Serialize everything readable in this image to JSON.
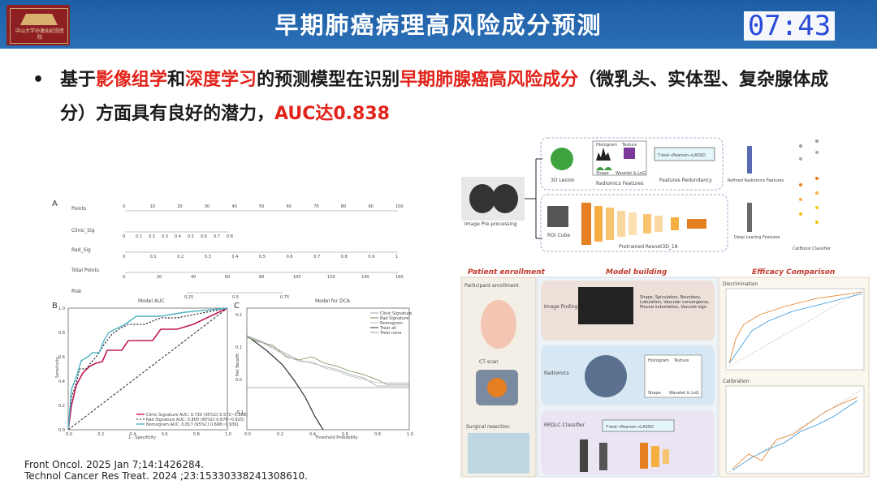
{
  "header": {
    "title": "早期肺癌病理高风险成分预测",
    "timer": "07:43",
    "logo_text_line1": "中山大学孙逸仙纪念医院",
    "logo_text_line2": ""
  },
  "bullet": {
    "segments": [
      {
        "text": "基于",
        "highlight": false
      },
      {
        "text": "影像组学",
        "highlight": true
      },
      {
        "text": "和",
        "highlight": false
      },
      {
        "text": "深度学习",
        "highlight": true
      },
      {
        "text": "的预测模型在识别",
        "highlight": false
      },
      {
        "text": "早期肺腺癌高风险成分",
        "highlight": true
      },
      {
        "text": "（微乳头、实体型、复杂腺体成分）方面具有良好的潜力，",
        "highlight": false
      },
      {
        "text": "AUC达0.838",
        "highlight": true
      }
    ]
  },
  "references": [
    "Front Oncol. 2025 Jan 7;14:1426284.",
    "Technol Cancer Res Treat. 2024 ;23:15330338241308610."
  ],
  "nomogram": {
    "panel_label": "A",
    "rows": [
      "Points",
      "Clinic_Sig",
      "Rad_Sig",
      "Total Points",
      "Risk"
    ],
    "points_ticks": [
      "0",
      "10",
      "20",
      "30",
      "40",
      "50",
      "60",
      "70",
      "80",
      "90",
      "100"
    ],
    "clinic_ticks": [
      "0",
      "0.1",
      "0.2",
      "0.3",
      "0.4",
      "0.5",
      "0.6",
      "0.7",
      "0.8"
    ],
    "rad_ticks": [
      "0",
      "0.1",
      "0.2",
      "0.3",
      "0.4",
      "0.5",
      "0.6",
      "0.7",
      "0.8",
      "0.9",
      "1"
    ],
    "total_ticks": [
      "0",
      "20",
      "40",
      "60",
      "80",
      "100",
      "120",
      "140",
      "160"
    ],
    "risk_ticks": [
      "0.25",
      "0.5",
      "0.75"
    ]
  },
  "roc": {
    "panel_label": "B",
    "title": "Model AUC",
    "xlabel": "1 - Specificity",
    "ylabel": "Sensitivity",
    "ticks": [
      "0.0",
      "0.2",
      "0.4",
      "0.6",
      "0.8",
      "1.0"
    ],
    "legend": [
      "Clinic Signature AUC: 0.730 (95%CI 0.572~0.888)",
      "Rad Signature AUC: 0.800 (95%CI 0.676~0.925)",
      "Nomogram AUC: 0.817 (95%CI 0.698~0.936)"
    ]
  },
  "dca": {
    "panel_label": "C",
    "title": "Model for DCA",
    "xlabel": "Threshold Probability",
    "ylabel": "Net Benefit",
    "legend": [
      "Clinic Signature",
      "Rad Signature",
      "Nomogram",
      "Treat all",
      "Treat none"
    ],
    "yticks": [
      "0.2",
      "0.1",
      "0.0",
      "-0.1"
    ],
    "xticks": [
      "0.0",
      "0.2",
      "0.4",
      "0.6",
      "0.8",
      "1.0"
    ]
  },
  "workflow": {
    "labels": {
      "preprocess": "Image Pre-processing",
      "lesion": "3D Lesion",
      "radiomics": "Radiomics Features",
      "histogram": "Histogram",
      "texture": "Texture",
      "shape": "Shape",
      "wavelet": "Wavelet & LoG",
      "pipeline": "T-test→Pearson→LASSO",
      "redundancy": "Features Redundancy",
      "refined": "Refined Radiomics Features",
      "roi": "ROI Cube",
      "resnet": "Pretrained Resnet3D_18",
      "deep": "Deep Learing Features",
      "classifier": "CatBoost Classifier"
    }
  },
  "study": {
    "sections": [
      "Patient enrollment",
      "Model building",
      "Efficacy Comparison"
    ],
    "left_labels": [
      "Participant enrollment",
      "CT scan",
      "Surgical resection"
    ],
    "middle_labels": [
      "Image findings",
      "Radiomics",
      "RRDLC-Classifier"
    ],
    "findings_text": "Shape, Spiculation, Boundary, Lobulation, Vascular convergence, Pleural indentation, Vacuole sign",
    "pipeline": "T-test→Pearson→LASSO",
    "histogram": "Histogram",
    "texture": "Texture",
    "shape": "Shape",
    "wavelet": "Wavelet & LoG",
    "right_labels": [
      "Discrimination",
      "Calibration"
    ]
  },
  "colors": {
    "header_blue": "#2266b0",
    "accent_red": "#e2231a",
    "logo_red": "#8d1f22",
    "timer_blue": "#2a4bd8",
    "study_title_red": "#c0392b"
  }
}
